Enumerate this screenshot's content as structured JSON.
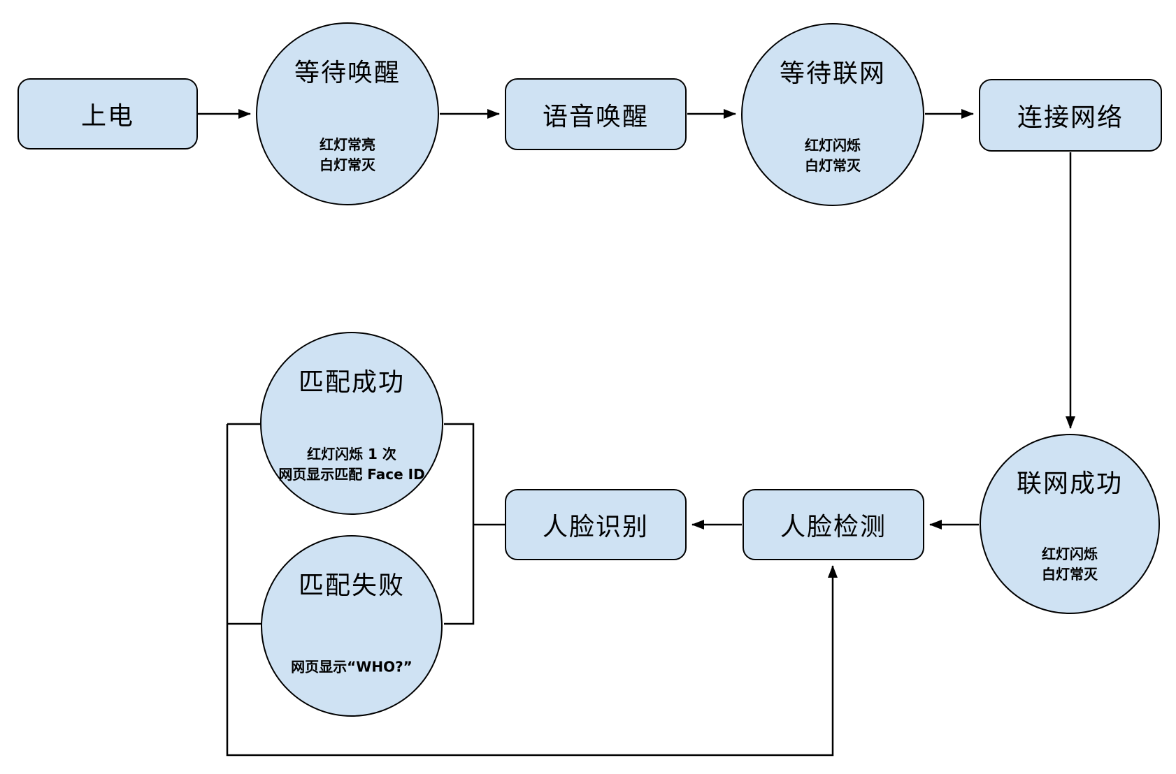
{
  "diagram": {
    "nodes": {
      "power_on": {
        "label": "上电"
      },
      "wait_wake": {
        "title": "等待唤醒",
        "note": "红灯常亮\n白灯常灭"
      },
      "voice_wake": {
        "label": "语音唤醒"
      },
      "wait_net": {
        "title": "等待联网",
        "note": "红灯闪烁\n白灯常灭"
      },
      "connect_net": {
        "label": "连接网络"
      },
      "net_success": {
        "title": "联网成功",
        "note": "红灯闪烁\n白灯常灭"
      },
      "face_detect": {
        "label": "人脸检测"
      },
      "face_recog": {
        "label": "人脸识别"
      },
      "match_ok": {
        "title": "匹配成功",
        "note": "红灯闪烁 1 次\n网页显示匹配 Face ID"
      },
      "match_fail": {
        "title": "匹配失败",
        "note": "网页显示“WHO?”"
      }
    },
    "colors": {
      "node_fill": "#cfe2f3",
      "node_border": "#000000",
      "connector": "#000000",
      "background": "#ffffff"
    }
  }
}
